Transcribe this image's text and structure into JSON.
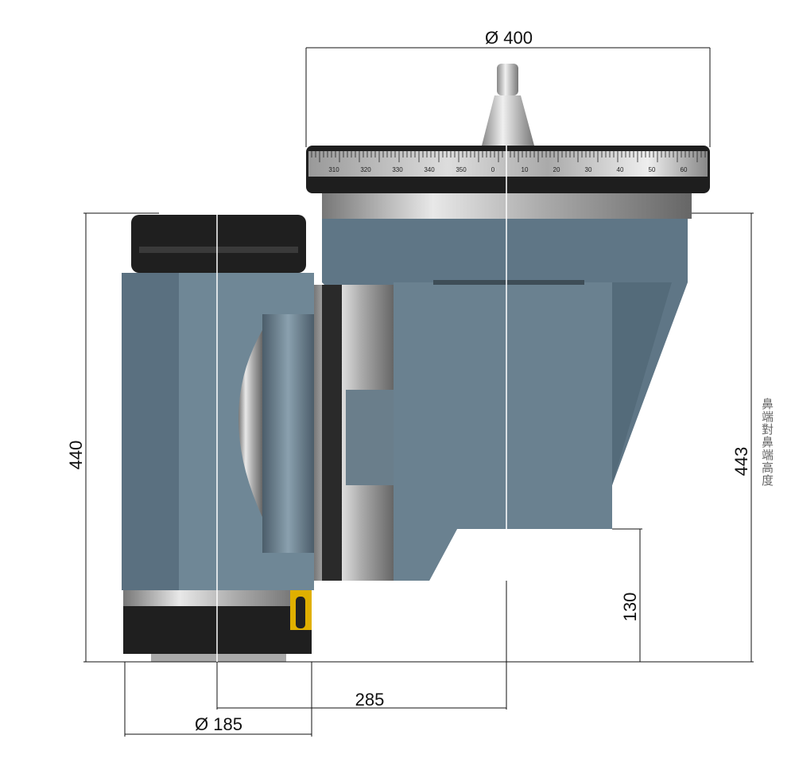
{
  "dimensions": {
    "top_diameter": "Ø 400",
    "bottom_diameter": "Ø 185",
    "left_height": "440",
    "right_height": "443",
    "offset_height": "130",
    "center_distance": "285",
    "right_height_note": "鼻端對鼻端高度"
  },
  "dial_scale_labels": [
    "310",
    "320",
    "330",
    "340",
    "350",
    "0",
    "10",
    "20",
    "30",
    "40",
    "50",
    "60"
  ],
  "colors": {
    "housing": "#5f7686",
    "housing_light": "#6f8796",
    "dark": "#1c1c1c",
    "silver": "#c8c8c8"
  }
}
